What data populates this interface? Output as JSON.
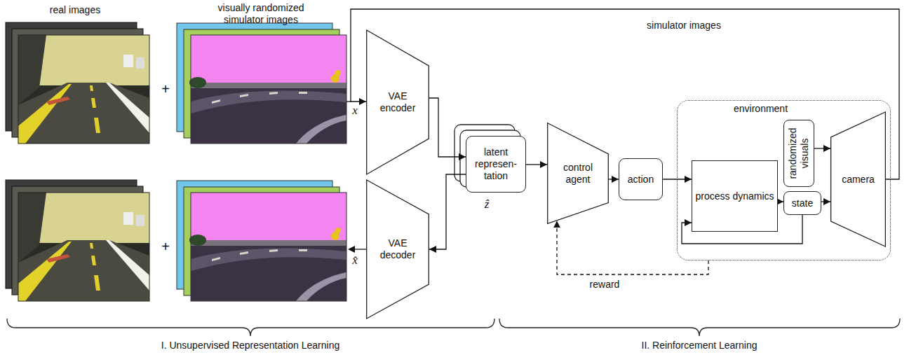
{
  "diagram": {
    "nodes": [
      {
        "text": [
          "VAE encoder"
        ]
      },
      {
        "text": [
          "VAE decoder"
        ]
      },
      {
        "text": [
          "latent represen- tation"
        ]
      },
      {
        "text": [
          "control agent"
        ]
      },
      {
        "text": [
          "action"
        ]
      },
      {
        "text": [
          "environment"
        ]
      },
      {
        "text": [
          "randomized visuals"
        ],
        "in": 5
      },
      {
        "text": [
          "process dynamics"
        ],
        "in": 5
      },
      {
        "text": [
          "state"
        ],
        "in": 5
      },
      {
        "text": [
          "camera"
        ],
        "in": 5
      }
    ],
    "edges": [
      {
        "from": 0,
        "to": 2,
        "arrow": "to"
      },
      {
        "from": 2,
        "to": 1,
        "arrow": "to"
      },
      {
        "from": 2,
        "to": 3,
        "arrow": "to"
      },
      {
        "from": 3,
        "to": 4,
        "arrow": "to"
      },
      {
        "from": 4,
        "to": 7,
        "arrow": "to"
      },
      {
        "from": 7,
        "to": 8,
        "arrow": "to"
      },
      {
        "from": 8,
        "to": 9,
        "arrow": "to"
      },
      {
        "from": 6,
        "to": 9,
        "arrow": "to"
      },
      {
        "from": 8,
        "to": 7,
        "arrow": "to"
      },
      {
        "from": 5,
        "to": 3,
        "label": "reward",
        "arrow": "to"
      },
      {
        "from": 9,
        "to": 0,
        "label": "simulator images",
        "arrow": "to"
      }
    ],
    "labels": [
      "real images",
      "visually randomized simulator images",
      "+",
      "+",
      "x",
      "x̂",
      "ẑ",
      "I. Unsupervised Representation Learning",
      "II. Reinforcement Learning"
    ]
  }
}
